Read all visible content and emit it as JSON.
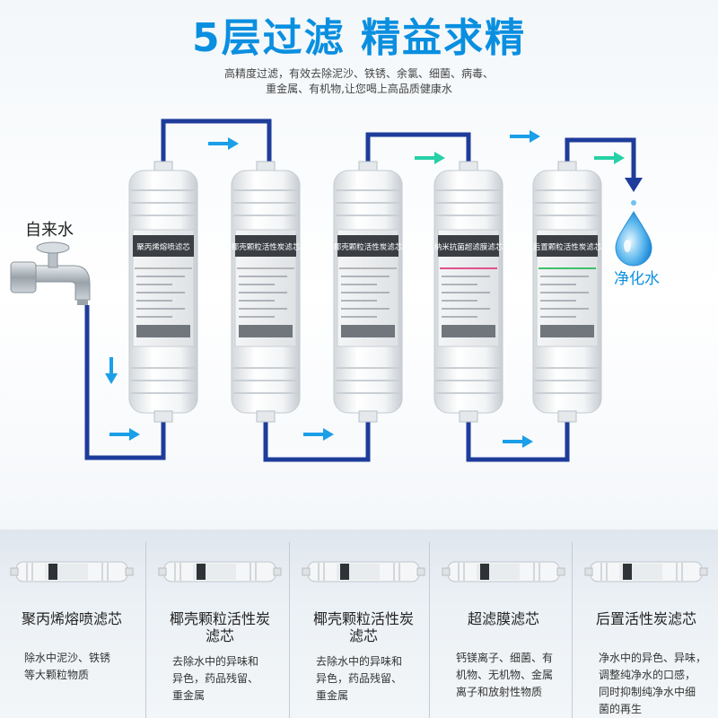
{
  "header": {
    "title": "5层过滤  精益求精",
    "subtitle_line1": "高精度过滤，有效去除泥沙、铁锈、余氯、细菌、病毒、",
    "subtitle_line2": "重金属、有机物,让您喝上高品质健康水"
  },
  "diagram": {
    "input_label": "自来水",
    "output_label": "净化水",
    "pipe_color": "#1e3c9a",
    "arrow_color": "#1a9fe8",
    "arrow_alt_color": "#27d0a6",
    "cartridges": [
      {
        "label": "聚丙烯熔喷滤芯",
        "band_color": "#b5b5b5"
      },
      {
        "label": "椰壳颗粒活性炭滤芯",
        "band_color": "#b5b5b5"
      },
      {
        "label": "椰壳颗粒活性炭滤芯",
        "band_color": "#b5b5b5"
      },
      {
        "label": "纳米抗菌超滤膜滤芯",
        "band_color": "#e0508c"
      },
      {
        "label": "后置颗粒活性炭滤芯",
        "band_color": "#3fbf6a"
      }
    ]
  },
  "filters": [
    {
      "name_line1": "聚丙烯熔喷滤芯",
      "name_line2": "",
      "desc": [
        "除水中泥沙、铁锈",
        "等大颗粒物质"
      ]
    },
    {
      "name_line1": "椰壳颗粒活性炭",
      "name_line2": "滤芯",
      "desc": [
        "去除水中的异味和",
        "异色，药品残留、",
        "重金属"
      ]
    },
    {
      "name_line1": "椰壳颗粒活性炭",
      "name_line2": "滤芯",
      "desc": [
        "去除水中的异味和",
        "异色，药品残留、",
        "重金属"
      ]
    },
    {
      "name_line1": "超滤膜滤芯",
      "name_line2": "",
      "desc": [
        "钙镁离子、细菌、有",
        "机物、无机物、金属",
        "离子和放射性物质"
      ]
    },
    {
      "name_line1": "后置活性炭滤芯",
      "name_line2": "",
      "desc": [
        "净水中的异色、异味，",
        "调整纯净水的口感，",
        "同时抑制纯净水中细",
        "菌的再生"
      ]
    }
  ]
}
